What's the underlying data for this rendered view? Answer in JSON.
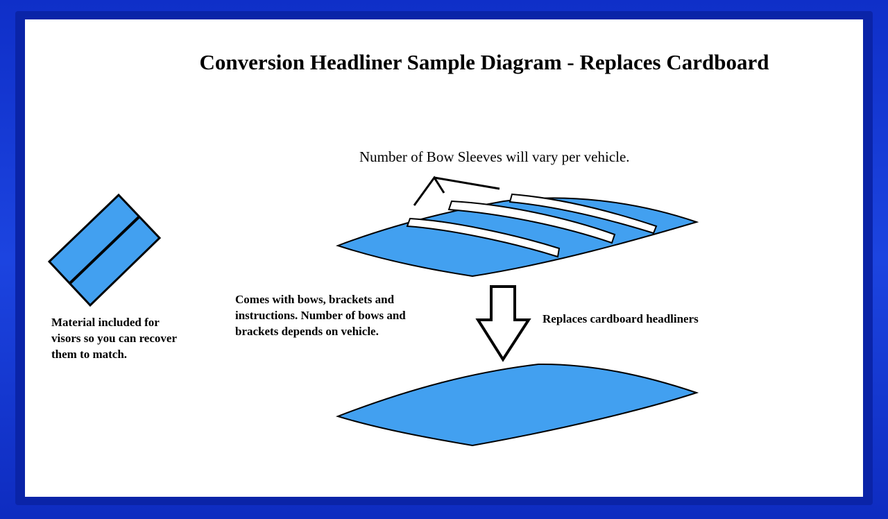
{
  "diagram": {
    "title": "Conversion Headliner Sample Diagram - Replaces Cardboard",
    "bow_sleeve_caption": "Number of Bow Sleeves will vary per vehicle.",
    "bows_note": "Comes with bows, brackets and instructions.  Number of bows and brackets depends on vehicle.",
    "visor_note": "Material included for visors so you can recover them to match.",
    "replace_note": "Replaces cardboard headliners"
  },
  "colors": {
    "frame": "#1a3fd6",
    "panel_fill": "#42a0f0",
    "outline": "#000000",
    "sleeve": "#ffffff"
  }
}
